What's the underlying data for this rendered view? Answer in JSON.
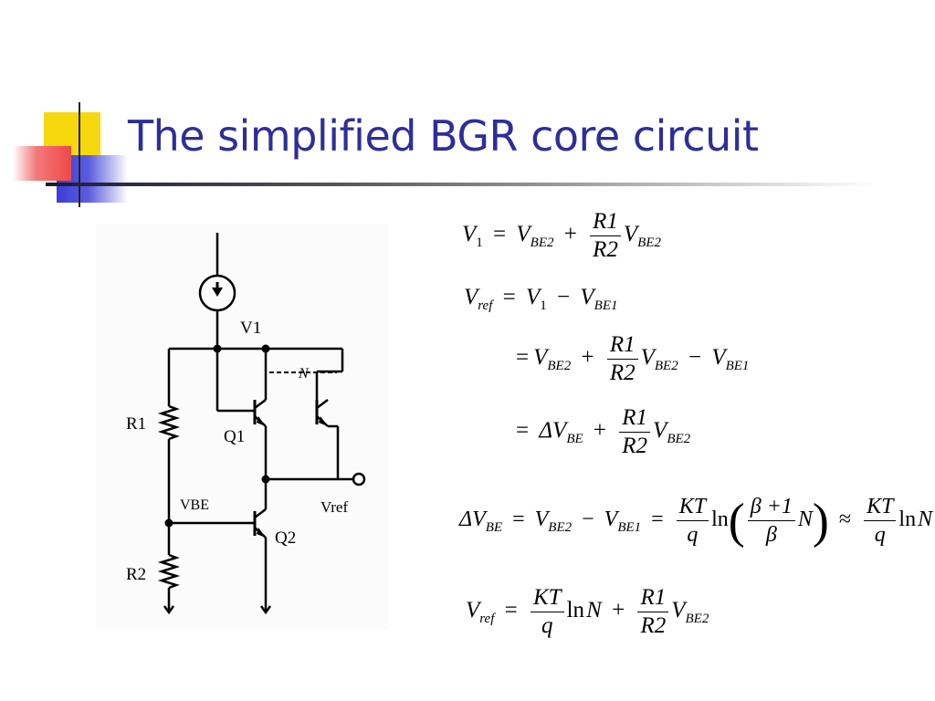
{
  "slide": {
    "title": "The simplified BGR core circuit",
    "accent_colors": {
      "yellow": "#f6d80f",
      "red": "#f05555",
      "blue": "#3d3dd6",
      "title": "#2e2e9a"
    }
  },
  "circuit": {
    "labels": {
      "v1": "V1",
      "n": "N",
      "r1": "R1",
      "q1": "Q1",
      "vbe": "VBE",
      "vref": "Vref",
      "q2": "Q2",
      "r2": "R2"
    }
  },
  "equations": {
    "eq1": {
      "V": "V",
      "one": "1",
      "eq": "=",
      "BE2": "BE2",
      "plus": "+",
      "R1": "R1",
      "R2": "R2"
    },
    "eq2": {
      "V": "V",
      "ref": "ref",
      "eq": "=",
      "one": "1",
      "minus": "−",
      "BE1": "BE1"
    },
    "eq3": {
      "eq": "=",
      "V": "V",
      "BE2": "BE2",
      "plus": "+",
      "R1": "R1",
      "R2": "R2",
      "minus": "−",
      "BE1": "BE1"
    },
    "eq4": {
      "eq": "= ",
      "dV": "ΔV",
      "BE": "BE",
      "plus": "+",
      "R1": "R1",
      "R2": "R2",
      "V": "V",
      "BE2": "BE2"
    },
    "eq5": {
      "dV": "ΔV",
      "BE": "BE",
      "eq": "=",
      "V": "V",
      "BE2": "BE2",
      "minus": "−",
      "BE1": "BE1",
      "KT": "KT",
      "q": "q",
      "ln": "ln",
      "lp": "(",
      "beta_plus_1": "β +1",
      "beta": "β",
      "N": "N",
      "rp": ")",
      "approx": "≈"
    },
    "eq6": {
      "V": "V",
      "ref": "ref",
      "eq": "=",
      "KT": "KT",
      "q": "q",
      "ln": "ln",
      "N": "N",
      "plus": "+",
      "R1": "R1",
      "R2": "R2",
      "BE2": "BE2"
    }
  }
}
